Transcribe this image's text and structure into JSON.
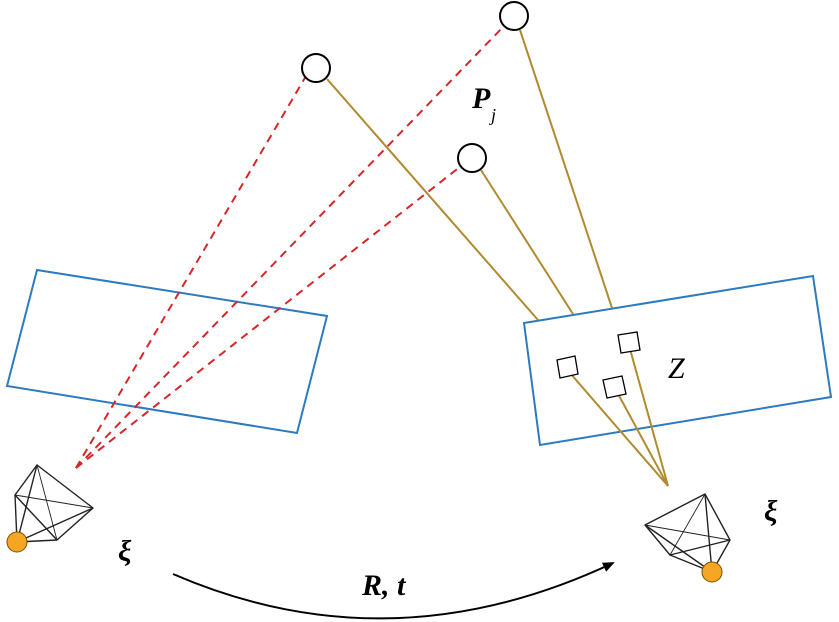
{
  "labels": {
    "point_main": "P",
    "point_sub": "j",
    "measurement": "Z",
    "pose_left": "ξ",
    "pose_right": "ξ",
    "motion": "R, t"
  },
  "colors": {
    "image_plane": "#2c7bbf",
    "projection_ray_left": "#d62728",
    "projection_ray_right": "#b08a2e",
    "motion_arrow": "#000000",
    "camera_center": "#f5a623",
    "camera_body": "#222222",
    "point_outline": "#000000"
  },
  "icons": {
    "left_camera": "camera-frustum-icon",
    "right_camera": "camera-frustum-icon",
    "landmark": "circle-icon",
    "keypoint": "square-icon"
  }
}
